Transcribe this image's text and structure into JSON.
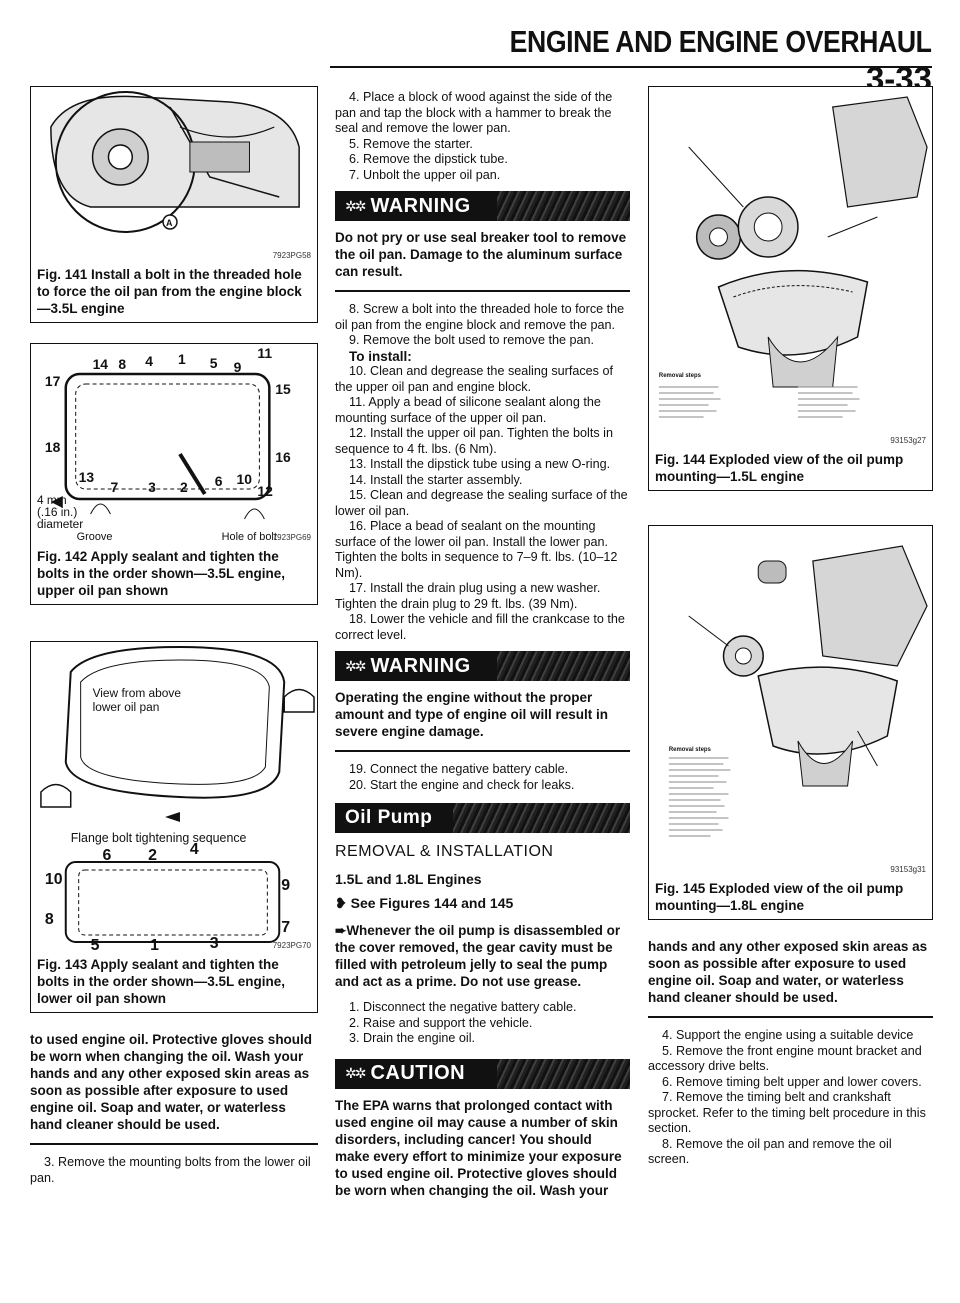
{
  "header": {
    "title": "ENGINE AND ENGINE OVERHAUL",
    "page": "3-33"
  },
  "figures": {
    "f141": {
      "id": "7923PG58",
      "caption": "Fig. 141 Install a bolt in the threaded hole to force the oil pan from the engine block—3.5L engine"
    },
    "f142": {
      "id": "7923PG69",
      "caption": "Fig. 142 Apply sealant and tighten the bolts in the order shown—3.5L engine, upper oil pan shown",
      "labels": {
        "groove": "Groove",
        "hole": "Hole of bolt",
        "size1": "4 mm",
        "size2": "(.16 in.)",
        "size3": "diameter"
      },
      "nums": [
        "14",
        "8",
        "4",
        "1",
        "5",
        "9",
        "11",
        "17",
        "15",
        "18",
        "16",
        "13",
        "7",
        "3",
        "2",
        "6",
        "10",
        "12"
      ]
    },
    "f143": {
      "id": "7923PG70",
      "caption": "Fig. 143 Apply sealant and tighten the bolts in the order shown—3.5L engine, lower oil pan shown",
      "labels": {
        "view1": "View from above",
        "view2": "lower oil pan",
        "flange": "Flange bolt tightening sequence"
      },
      "nums": [
        "6",
        "2",
        "4",
        "10",
        "9",
        "8",
        "7",
        "5",
        "1",
        "3"
      ]
    },
    "f144": {
      "id": "93153g27",
      "caption": "Fig. 144 Exploded view of the oil pump mounting—1.5L engine",
      "removal": "Removal steps"
    },
    "f145": {
      "id": "93153g31",
      "caption": "Fig. 145 Exploded view of the oil pump mounting—1.8L engine",
      "removal": "Removal steps"
    }
  },
  "col1": {
    "caution_cont": "to used engine oil. Protective gloves should be worn when changing the oil. Wash your hands and any other exposed skin areas as soon as possible after exposure to used engine oil. Soap and water, or waterless hand cleaner should be used.",
    "step3": "3. Remove the mounting bolts from the lower oil pan."
  },
  "col2": {
    "steps_a": [
      "4. Place a block of wood against the side of the pan and tap the block with a hammer to break the seal and remove the lower pan.",
      "5. Remove the starter.",
      "6. Remove the dipstick tube.",
      "7. Unbolt the upper oil pan."
    ],
    "warning_label": "WARNING",
    "warning1": "Do not pry or use seal breaker tool to remove the oil pan. Damage to the aluminum surface can result.",
    "steps_b": [
      "8. Screw a bolt into the threaded hole to force the oil pan from the engine block and remove the pan.",
      "9. Remove the bolt used to remove the pan."
    ],
    "to_install": "To install:",
    "steps_c": [
      "10. Clean and degrease the sealing surfaces of the upper oil pan and engine block.",
      "11. Apply a bead of silicone sealant along the mounting surface of the upper oil pan.",
      "12. Install the upper oil pan. Tighten the bolts in sequence to 4 ft. lbs. (6 Nm).",
      "13. Install the dipstick tube using a new O-ring.",
      "14. Install the starter assembly.",
      "15. Clean and degrease the sealing surface of the lower oil pan.",
      "16. Place a bead of sealant on the mounting surface of the lower oil pan. Install the lower pan. Tighten the bolts in sequence to 7–9 ft. lbs. (10–12 Nm).",
      "17. Install the drain plug using a new washer. Tighten the drain plug to 29 ft. lbs. (39 Nm).",
      "18. Lower the vehicle and fill the crankcase to the correct level."
    ],
    "warning2": "Operating the engine without the proper amount and type of engine oil will result in severe engine damage.",
    "steps_d": [
      "19. Connect the negative battery cable.",
      "20. Start the engine and check for leaks."
    ],
    "section_label": "Oil Pump",
    "removal_head": "REMOVAL & INSTALLATION",
    "engines_head": "1.5L and 1.8L Engines",
    "see_figs": "See Figures 144 and 145",
    "note": "Whenever the oil pump is disassembled or the cover removed, the gear cavity must be filled with petroleum jelly to seal the pump and act as a prime. Do not use grease.",
    "steps_e": [
      "1. Disconnect the negative battery cable.",
      "2. Raise and support the vehicle.",
      "3. Drain the engine oil."
    ],
    "caution_label": "CAUTION",
    "caution": "The EPA warns that prolonged contact with used engine oil may cause a number of skin disorders, including cancer! You should make every effort to minimize your exposure to used engine oil. Protective gloves should be worn when changing the oil. Wash your"
  },
  "col3": {
    "caution_cont": "hands and any other exposed skin areas as soon as possible after exposure to used engine oil. Soap and water, or waterless hand cleaner should be used.",
    "steps": [
      "4. Support the engine using a suitable device",
      "5. Remove the front engine mount bracket and accessory drive belts.",
      "6. Remove timing belt upper and lower covers.",
      "7. Remove the timing belt and crankshaft sprocket. Refer to the timing belt procedure in this section.",
      "8. Remove the oil pan and remove the oil screen."
    ]
  }
}
